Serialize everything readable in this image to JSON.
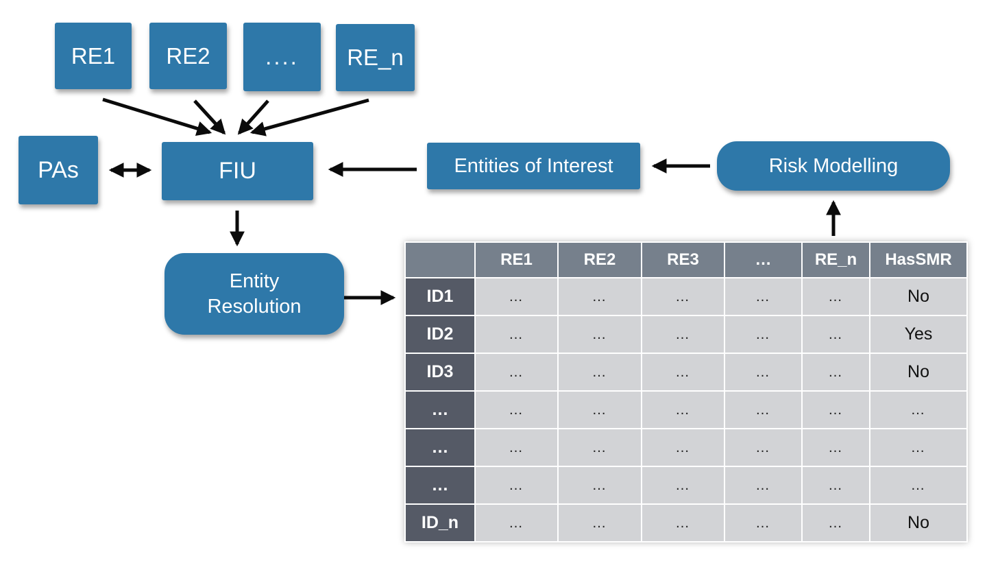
{
  "colors": {
    "node_blue": "#2E78A9",
    "arrow_black": "#0B0B0B",
    "table_header_bg": "#76808C",
    "table_rowlabel_bg": "#555A66",
    "table_cell_bg": "#D2D3D6",
    "node_text": "#FFFFFF"
  },
  "nodes": {
    "re1": "RE1",
    "re2": "RE2",
    "re_dots": "....",
    "re_n": "RE_n",
    "pas": "PAs",
    "fiu": "FIU",
    "entities_of_interest": "Entities of Interest",
    "risk_modelling": "Risk Modelling",
    "entity_resolution": "Entity Resolution"
  },
  "table": {
    "header": [
      "",
      "RE1",
      "RE2",
      "RE3",
      "…",
      "RE_n",
      "HasSMR"
    ],
    "rows": [
      {
        "label": "ID1",
        "cells": [
          "…",
          "…",
          "…",
          "…",
          "…",
          "No"
        ]
      },
      {
        "label": "ID2",
        "cells": [
          "…",
          "…",
          "…",
          "…",
          "…",
          "Yes"
        ]
      },
      {
        "label": "ID3",
        "cells": [
          "…",
          "…",
          "…",
          "…",
          "…",
          "No"
        ]
      },
      {
        "label": "…",
        "cells": [
          "…",
          "…",
          "…",
          "…",
          "…",
          "…"
        ]
      },
      {
        "label": "…",
        "cells": [
          "…",
          "…",
          "…",
          "…",
          "…",
          "…"
        ]
      },
      {
        "label": "…",
        "cells": [
          "…",
          "…",
          "…",
          "…",
          "…",
          "…"
        ]
      },
      {
        "label": "ID_n",
        "cells": [
          "…",
          "…",
          "…",
          "…",
          "…",
          "No"
        ]
      }
    ]
  }
}
